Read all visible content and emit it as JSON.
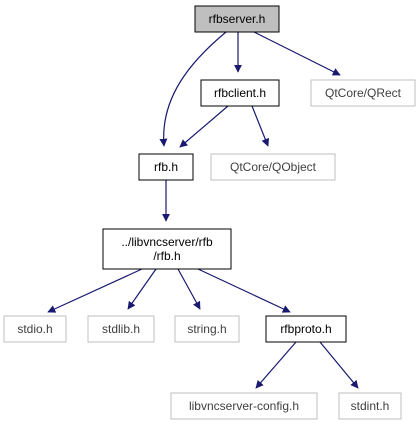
{
  "graph": {
    "nodes": [
      {
        "id": "rfbserver",
        "label": "rfbserver.h",
        "style": "focus"
      },
      {
        "id": "rfbclient",
        "label": "rfbclient.h",
        "style": "normal"
      },
      {
        "id": "qrect",
        "label": "QtCore/QRect",
        "style": "external"
      },
      {
        "id": "rfb",
        "label": "rfb.h",
        "style": "normal"
      },
      {
        "id": "qobject",
        "label": "QtCore/QObject",
        "style": "external"
      },
      {
        "id": "libvnc_rfb",
        "label": "../libvncserver/rfb\n/rfb.h",
        "style": "normal"
      },
      {
        "id": "stdio",
        "label": "stdio.h",
        "style": "external"
      },
      {
        "id": "stdlib",
        "label": "stdlib.h",
        "style": "external"
      },
      {
        "id": "string",
        "label": "string.h",
        "style": "external"
      },
      {
        "id": "rfbproto",
        "label": "rfbproto.h",
        "style": "normal"
      },
      {
        "id": "libvnccfg",
        "label": "libvncserver-config.h",
        "style": "external"
      },
      {
        "id": "stdint",
        "label": "stdint.h",
        "style": "external"
      }
    ],
    "edges": [
      {
        "from": "rfbserver",
        "to": "rfbclient"
      },
      {
        "from": "rfbserver",
        "to": "rfb"
      },
      {
        "from": "rfbserver",
        "to": "qrect"
      },
      {
        "from": "rfbclient",
        "to": "rfb"
      },
      {
        "from": "rfbclient",
        "to": "qobject"
      },
      {
        "from": "rfb",
        "to": "libvnc_rfb"
      },
      {
        "from": "libvnc_rfb",
        "to": "stdio"
      },
      {
        "from": "libvnc_rfb",
        "to": "stdlib"
      },
      {
        "from": "libvnc_rfb",
        "to": "string"
      },
      {
        "from": "libvnc_rfb",
        "to": "rfbproto"
      },
      {
        "from": "rfbproto",
        "to": "libvnccfg"
      },
      {
        "from": "rfbproto",
        "to": "stdint"
      }
    ],
    "colors": {
      "edge": "#191970",
      "focus_fill": "#bfbfbf",
      "node_border": "#000000",
      "external_border": "#bfbfbf",
      "external_text": "#404040",
      "text": "#000000"
    }
  }
}
